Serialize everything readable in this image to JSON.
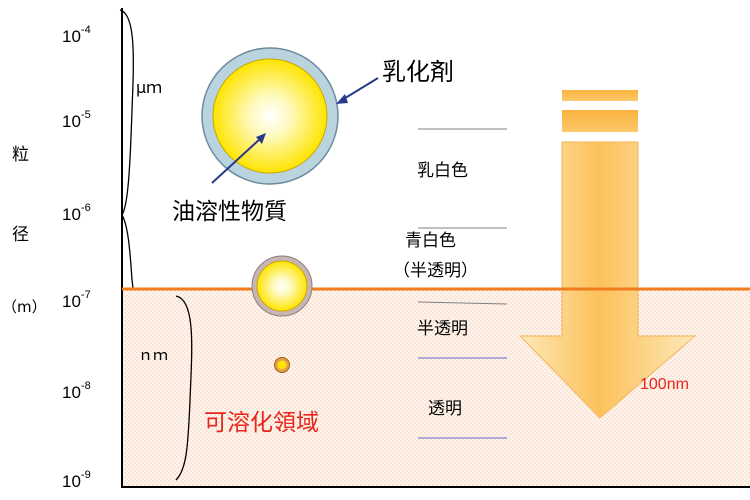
{
  "axis": {
    "label_chars": [
      "粒",
      "径",
      "（m）"
    ],
    "ticks": [
      {
        "base": "10",
        "exp": "-4"
      },
      {
        "base": "10",
        "exp": "-5"
      },
      {
        "base": "10",
        "exp": "-6"
      },
      {
        "base": "10",
        "exp": "-7"
      },
      {
        "base": "10",
        "exp": "-8"
      },
      {
        "base": "10",
        "exp": "-9"
      }
    ]
  },
  "ranges": {
    "micro": "μｍ",
    "nano": "ｎｍ"
  },
  "labels": {
    "emulsifier": "乳化剤",
    "oil": "油溶性物質",
    "solubilization": "可溶化領域",
    "milky": "乳白色",
    "bluish_white": "青白色",
    "bluish_white_sub": "（半透明）",
    "semi_transparent": "半透明",
    "transparent": "透明",
    "threshold": "100nm"
  },
  "colors": {
    "threshold_line": "#f07c1e",
    "arrow_fill": "#fcc15b",
    "solubilization_text": "#e8241c",
    "shell": "#b9d3df",
    "core": "#fff14a"
  }
}
